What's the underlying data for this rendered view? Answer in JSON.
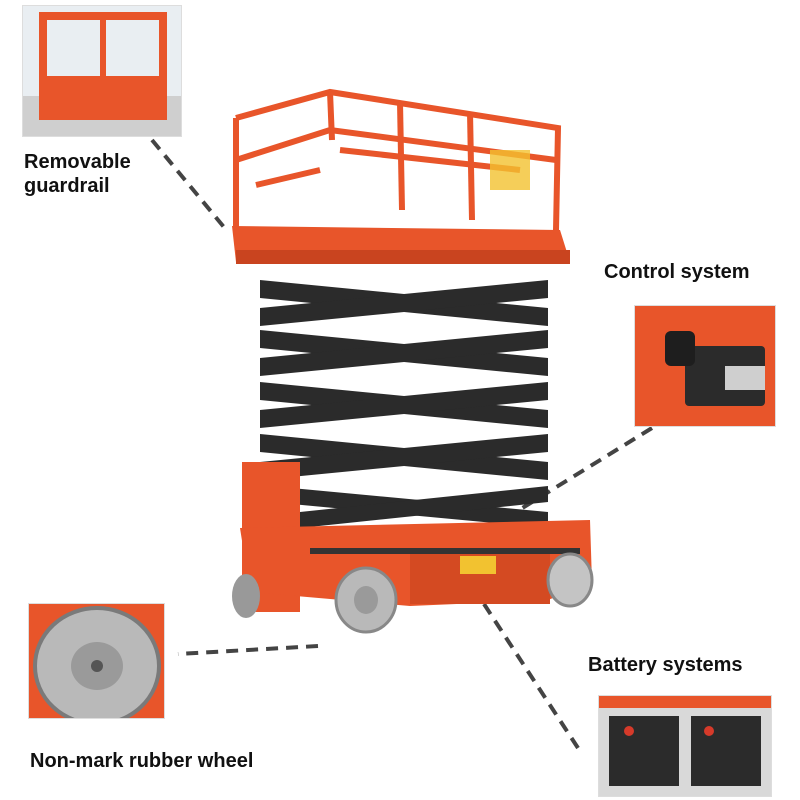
{
  "callouts": {
    "guardrail": "Removable\nguardrail",
    "control": "Control system",
    "battery": "Battery systems",
    "wheel": "Non-mark rubber wheel"
  },
  "colors": {
    "machine_orange": "#e8552a",
    "scissor_black": "#2b2b2b",
    "wheel_gray": "#b9b9b9",
    "leader_line": "#444444"
  }
}
